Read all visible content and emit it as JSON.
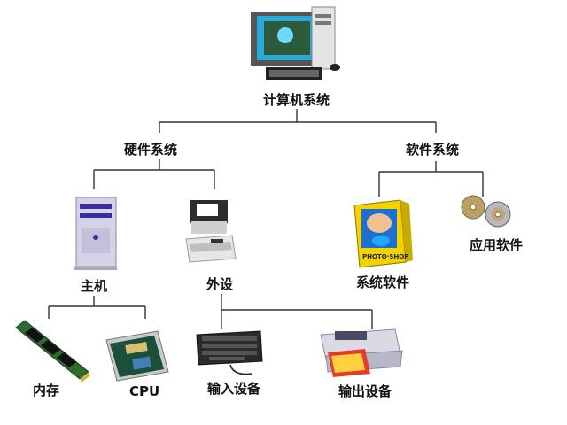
{
  "labels": {
    "root": "计算机系统",
    "hardware": "硬件系统",
    "software": "软件系统",
    "host": "主机",
    "peripherals": "外设",
    "system_software": "系统软件",
    "application_software": "应用软件",
    "memory": "内存",
    "cpu": "CPU",
    "input_devices": "输入设备",
    "output_devices": "输出设备"
  },
  "product_box_text": "PHOTO·SHOP",
  "colors": {
    "line": "#333333",
    "text": "#111111",
    "software_box": "#f2d200",
    "tower": "#d4d2e6",
    "tower_accent": "#3a2e9a",
    "ram_board": "#2f6b2f",
    "cpu_body": "#1b4f3a"
  },
  "icons": [
    "desktop-computer-icon",
    "pc-tower-icon",
    "scanner-printer-icon",
    "software-box-icon",
    "cd-discs-icon",
    "ram-stick-icon",
    "cpu-chip-icon",
    "keyboard-icon",
    "inkjet-printer-icon"
  ]
}
